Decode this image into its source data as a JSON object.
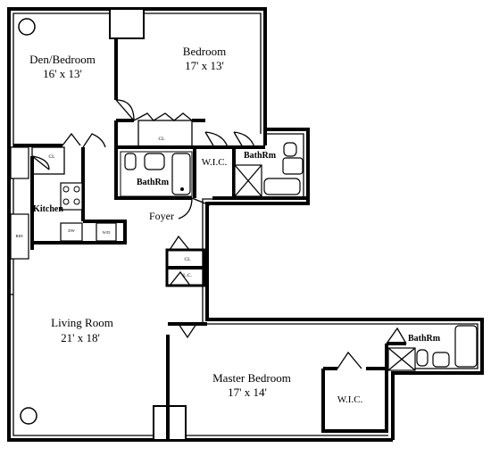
{
  "rooms": {
    "den": {
      "name": "Den/Bedroom",
      "dims": "16' x 13'"
    },
    "bedroom": {
      "name": "Bedroom",
      "dims": "17' x 13'"
    },
    "living": {
      "name": "Living Room",
      "dims": "21' x 18'"
    },
    "master": {
      "name": "Master Bedroom",
      "dims": "17' x 14'"
    },
    "kitchen": {
      "name": "Kitchen"
    },
    "foyer": {
      "name": "Foyer"
    },
    "bath1": {
      "name": "BathRm"
    },
    "bath2": {
      "name": "BathRm"
    },
    "bath3": {
      "name": "BathRm"
    },
    "wic1": {
      "name": "W.I.C."
    },
    "wic2": {
      "name": "W.I.C."
    }
  },
  "closets": {
    "bedroom_closet": "CL",
    "kitchen_closet": "CL",
    "foyer_closet": "CL",
    "linen_closet": "L.C."
  },
  "appliances": {
    "dishwasher": "DW",
    "washer_dryer": "W/D",
    "refrigerator": "REF."
  }
}
